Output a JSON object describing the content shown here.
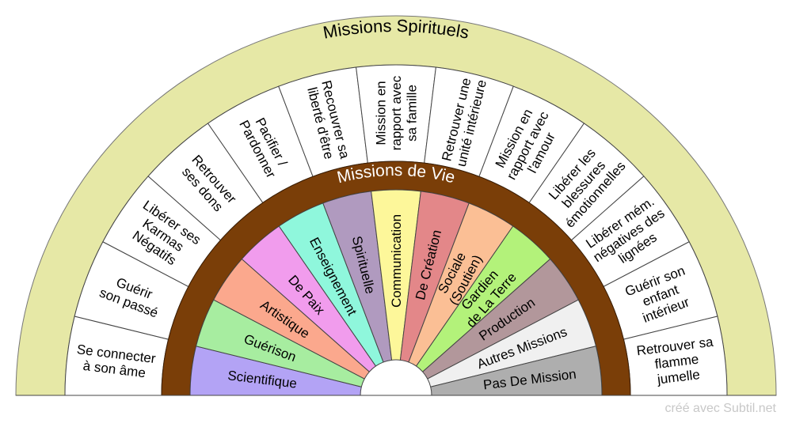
{
  "outer_ring": {
    "title": "Missions Spirituels",
    "color": "#e6e8a6"
  },
  "inner_ring": {
    "title": "Missions de Vie",
    "color": "#7a3e08"
  },
  "outer_segments": [
    {
      "lines": [
        "Se connecter",
        "à son âme"
      ]
    },
    {
      "lines": [
        "Guérir",
        "son passé"
      ]
    },
    {
      "lines": [
        "Libérer ses",
        "Karmas",
        "Négatifs"
      ]
    },
    {
      "lines": [
        "Retrouver",
        "ses dons"
      ]
    },
    {
      "lines": [
        "Pacifier /",
        "Pardonner"
      ]
    },
    {
      "lines": [
        "Recouvrer sa",
        "liberté d'être"
      ]
    },
    {
      "lines": [
        "Mission en",
        "rapport avec",
        "sa famille"
      ]
    },
    {
      "lines": [
        "Retrouver une",
        "unité intérieure"
      ]
    },
    {
      "lines": [
        "Mission en",
        "rapport avec",
        "l'amour"
      ]
    },
    {
      "lines": [
        "Libérer les",
        "blessures",
        "émotionnelles"
      ]
    },
    {
      "lines": [
        "Libérer mém.",
        "négatives des",
        "lignées"
      ]
    },
    {
      "lines": [
        "Guérir son",
        "enfant",
        "intérieur"
      ]
    },
    {
      "lines": [
        "Retrouver sa",
        "flamme",
        "jumelle"
      ]
    }
  ],
  "inner_segments": [
    {
      "lines": [
        "Scientifique"
      ],
      "color": "#b3a3f5"
    },
    {
      "lines": [
        "Guérison"
      ],
      "color": "#a7eda0"
    },
    {
      "lines": [
        "Artistique"
      ],
      "color": "#fba88d"
    },
    {
      "lines": [
        "De Paix"
      ],
      "color": "#f19ced"
    },
    {
      "lines": [
        "Enseignement"
      ],
      "color": "#8ff7dc"
    },
    {
      "lines": [
        "Spirituelle"
      ],
      "color": "#b09abf"
    },
    {
      "lines": [
        "Communication"
      ],
      "color": "#fdf79a"
    },
    {
      "lines": [
        "De Création"
      ],
      "color": "#e38789"
    },
    {
      "lines": [
        "Sociale",
        "(Soutien)"
      ],
      "color": "#fbbf95"
    },
    {
      "lines": [
        "Gardien",
        "de La Terre"
      ],
      "color": "#b3f27a"
    },
    {
      "lines": [
        "Production"
      ],
      "color": "#b2979b"
    },
    {
      "lines": [
        "Autres Missions"
      ],
      "color": "#f0f0f0"
    },
    {
      "lines": [
        "Pas De Mission"
      ],
      "color": "#aeaeae"
    }
  ],
  "credit": "créé avec Subtil.net"
}
